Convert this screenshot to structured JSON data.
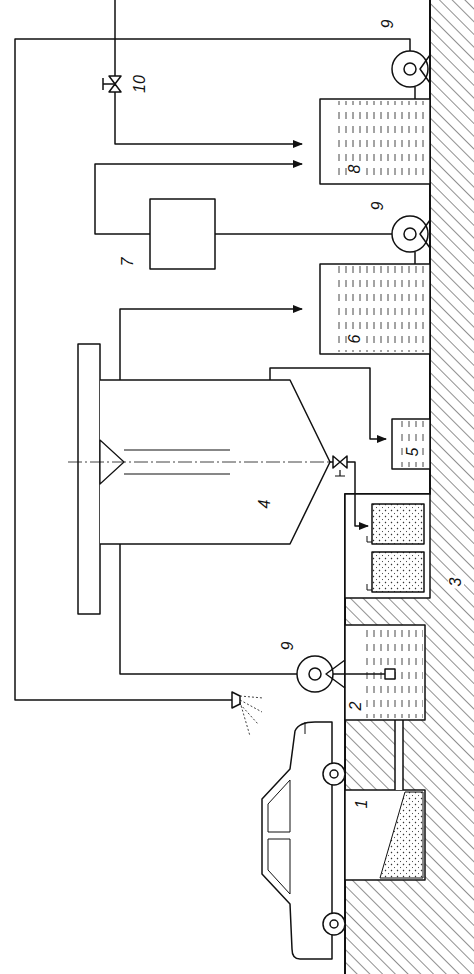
{
  "diagram": {
    "labels": [
      "10",
      "9",
      "8",
      "7",
      "9",
      "6",
      "5",
      "4",
      "3",
      "9",
      "2",
      "1"
    ]
  }
}
